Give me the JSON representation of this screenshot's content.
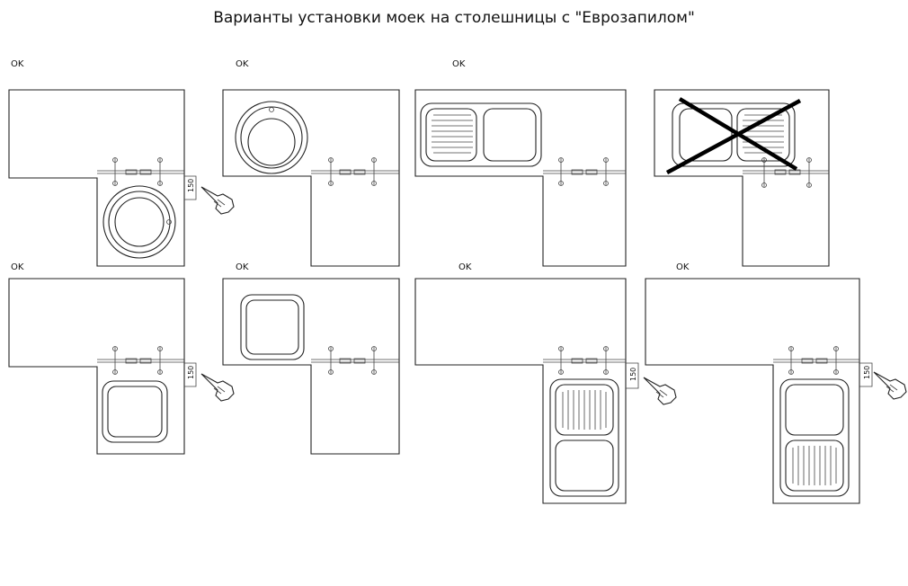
{
  "page": {
    "title": "Варианты установки моек на столешницы с \"Еврозапилом\""
  },
  "panels": [
    {
      "label": "OK",
      "dimension": "150"
    },
    {
      "label": "OK",
      "dimension": ""
    },
    {
      "label": "OK",
      "dimension": ""
    },
    {
      "label": "",
      "dimension": ""
    },
    {
      "label": "OK",
      "dimension": "150"
    },
    {
      "label": "OK",
      "dimension": ""
    },
    {
      "label": "OK",
      "dimension": "150"
    },
    {
      "label": "OK",
      "dimension": "150"
    }
  ],
  "colors": {
    "line": "#222222",
    "cross": "#000000",
    "background": "#ffffff"
  },
  "icons": [
    "hand-pointer-icon",
    "cross-mark-icon"
  ]
}
